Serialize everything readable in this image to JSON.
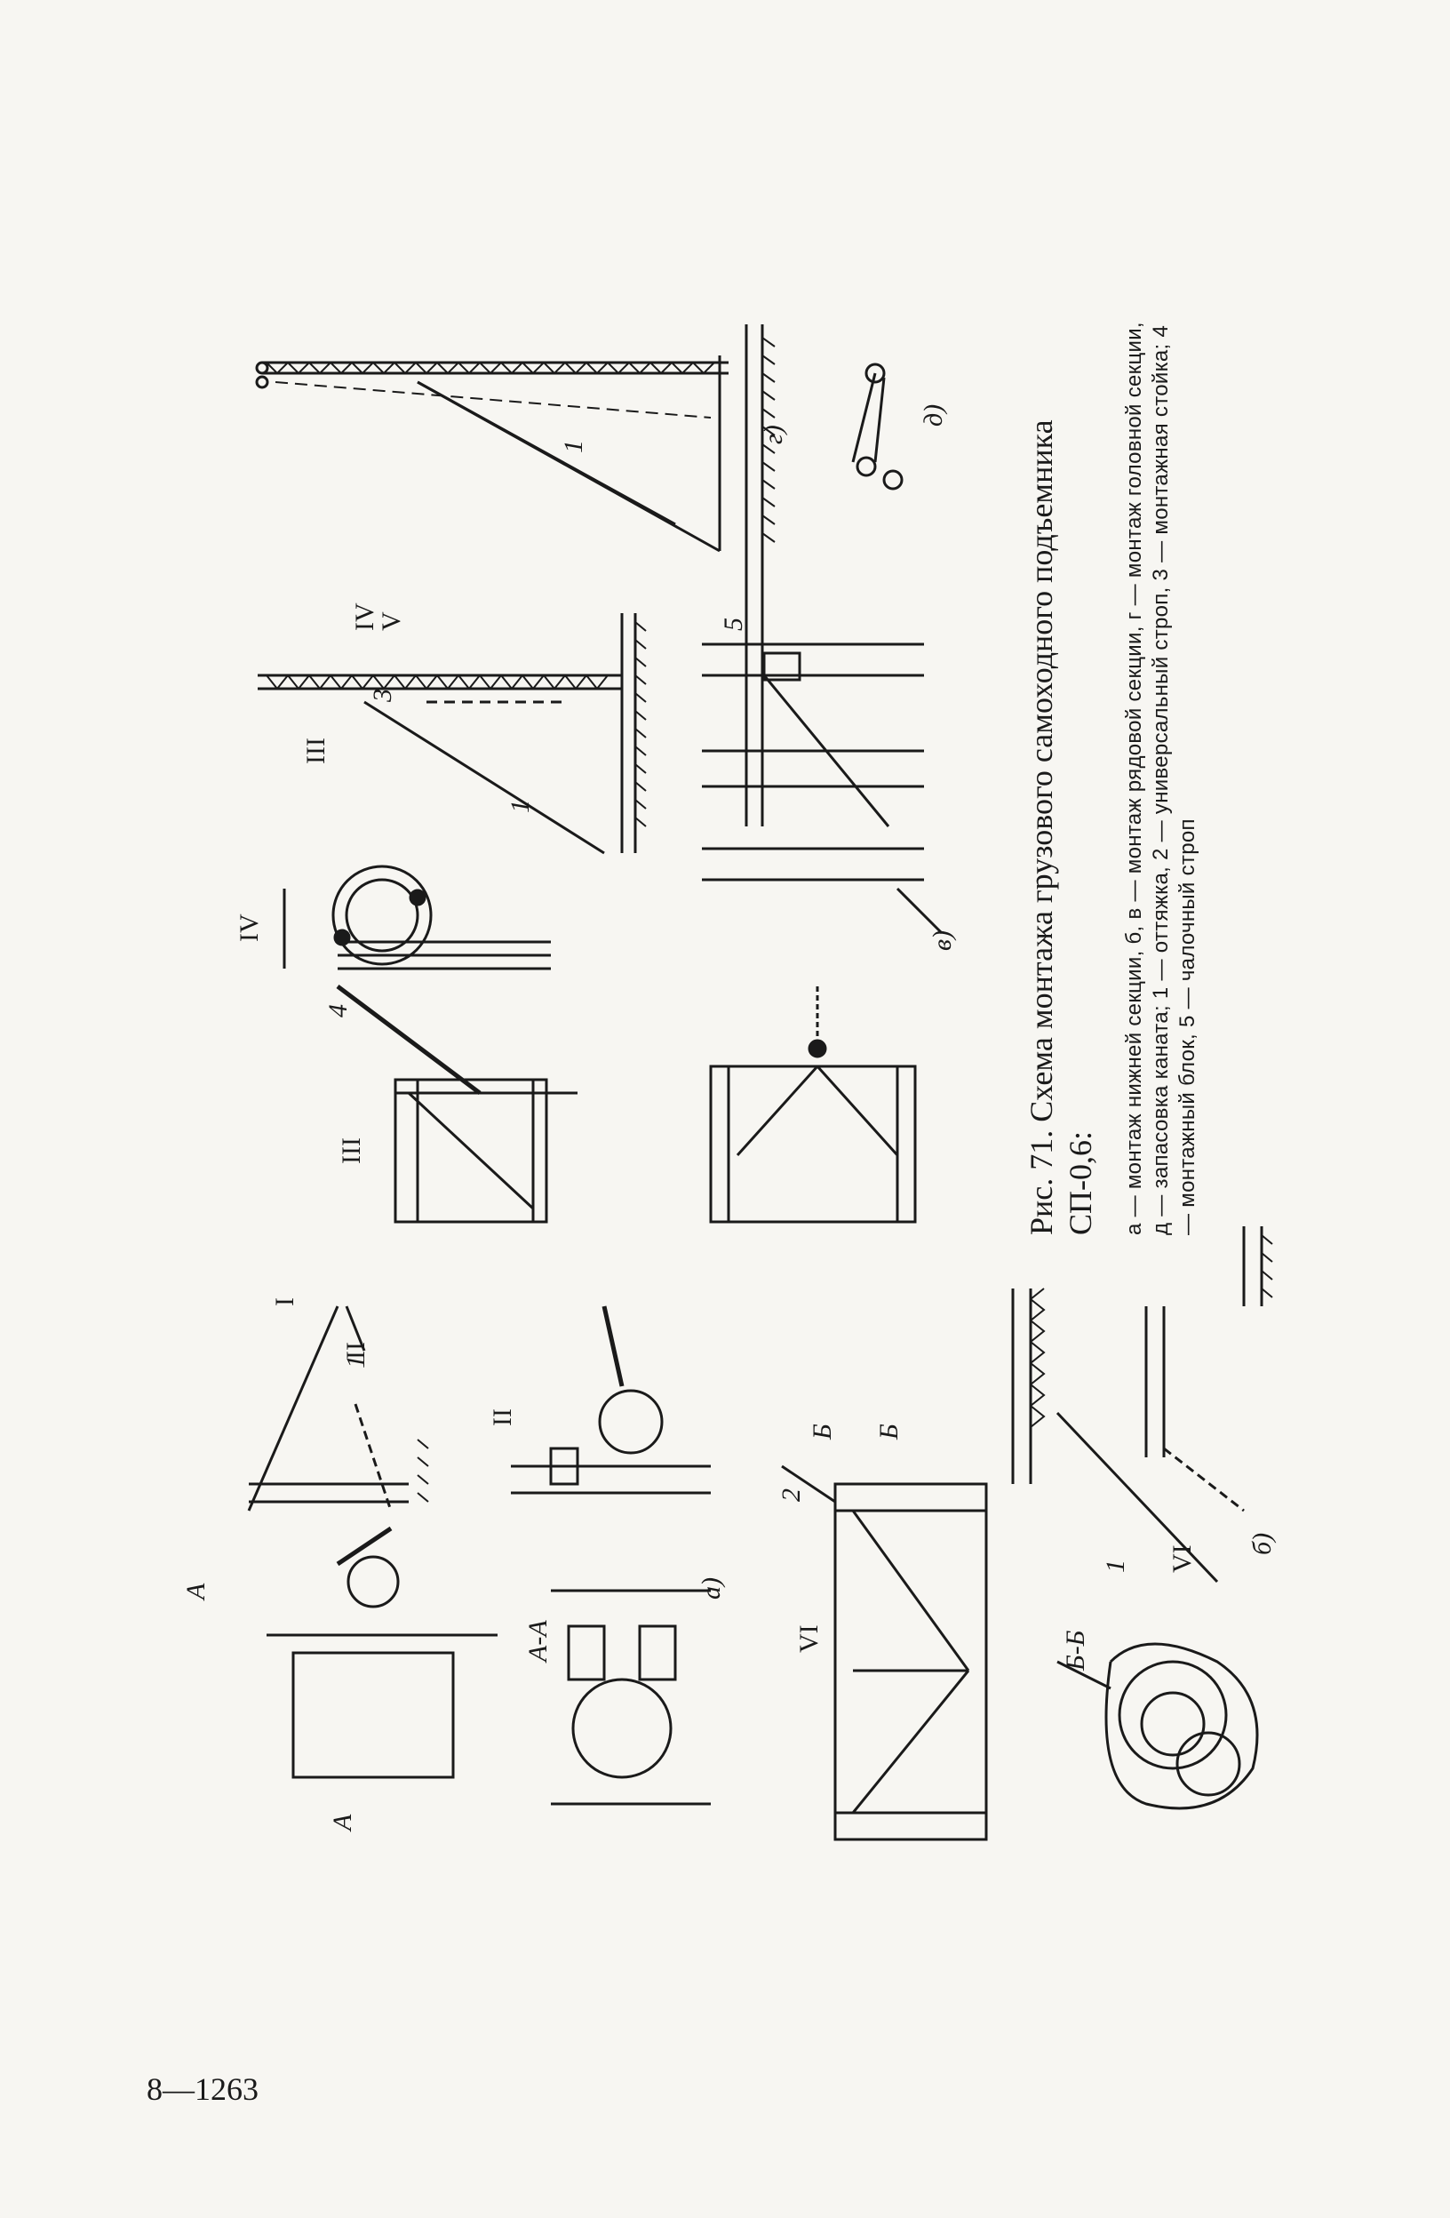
{
  "caption": {
    "title": "Рис. 71. Схема монтажа грузового самоходного подъемника СП-0,6:",
    "legend": "а — монтаж нижней секции, б, в — монтаж рядовой секции, г — монтаж головной секции, д — запасовка каната; 1 — оттяжка, 2 — универсальный строп, 3 — монтажная стойка; 4 — монтажный блок, 5 — чалочный строп"
  },
  "page_number": "8—1263",
  "labels": {
    "sub_a": "а)",
    "sub_b": "б)",
    "sub_v": "в)",
    "sub_g": "г)",
    "sub_d": "д)",
    "section_AA": "А-А",
    "section_A": "А",
    "section_BB": "Б-Б",
    "section_B": "Б",
    "view_I": "I",
    "view_II": "II",
    "view_III": "III",
    "view_IV": "IV",
    "view_V": "V",
    "view_VI": "VI",
    "n1": "1",
    "n2": "2",
    "n3": "3",
    "n4": "4",
    "n5": "5"
  }
}
